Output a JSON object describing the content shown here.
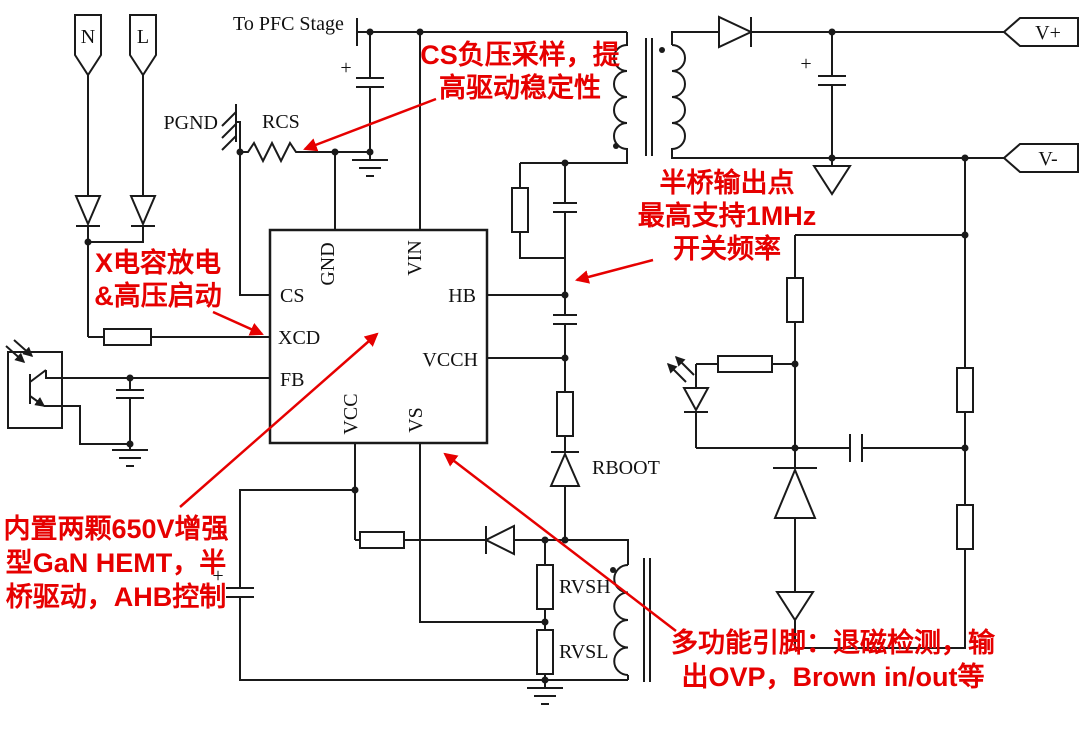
{
  "colors": {
    "background": "#ffffff",
    "wire": "#1a1a1a",
    "annotation_red": "#e60000"
  },
  "connectors": {
    "neutral": "N",
    "line": "L",
    "v_plus": "V+",
    "v_minus": "V-"
  },
  "labels": {
    "to_pfc_stage": "To PFC Stage",
    "pgnd": "PGND",
    "rcs": "RCS",
    "rboot": "RBOOT",
    "rvsh": "RVSH",
    "rvsl": "RVSL",
    "plus": "+"
  },
  "ic_pins": {
    "cs": "CS",
    "xcd": "XCD",
    "fb": "FB",
    "gnd": "GND",
    "vin": "VIN",
    "hb": "HB",
    "vcch": "VCCH",
    "vcc": "VCC",
    "vs": "VS"
  },
  "annotations": {
    "cs_sense": {
      "lines": [
        "CS负压采样，提",
        "高驱动稳定性"
      ]
    },
    "half_bridge": {
      "lines": [
        "半桥输出点",
        "最高支持1MHz",
        "开关频率"
      ]
    },
    "x_cap": {
      "lines": [
        "X电容放电",
        "&高压启动"
      ]
    },
    "gan": {
      "lines": [
        "内置两颗650V增强",
        "型GaN HEMT，半",
        "桥驱动，AHB控制"
      ]
    },
    "multi_func": {
      "lines": [
        "多功能引脚：退磁检测，输",
        "出OVP，Brown in/out等"
      ]
    }
  }
}
